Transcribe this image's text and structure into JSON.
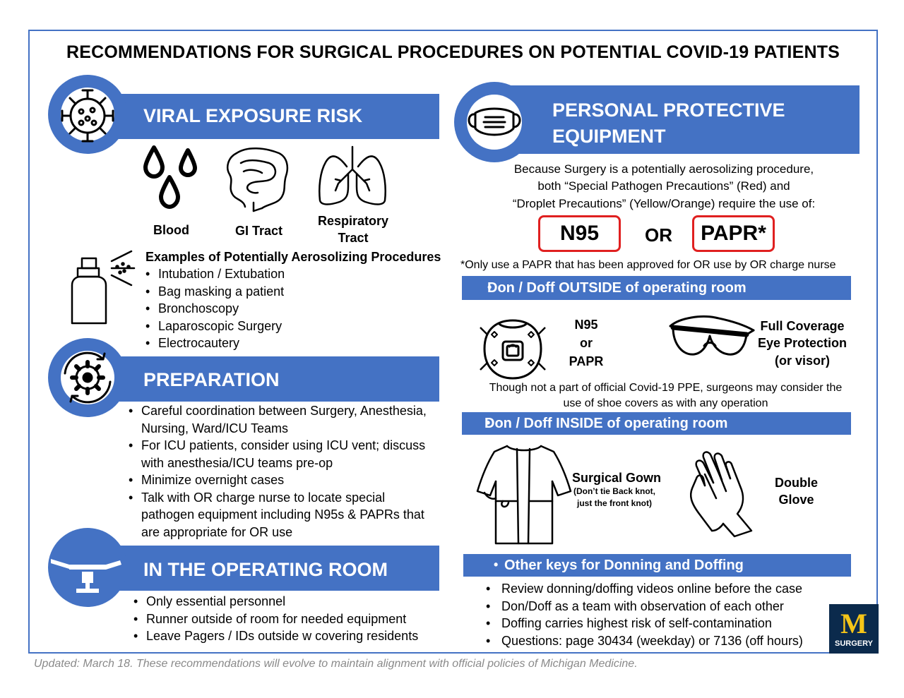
{
  "title": "RECOMMENDATIONS FOR SURGICAL PROCEDURES ON POTENTIAL COVID-19 PATIENTS",
  "viral": {
    "heading": "VIRAL EXPOSURE RISK",
    "icons": [
      {
        "label": "Blood",
        "icon": "blood-drops-icon"
      },
      {
        "label": "GI Tract",
        "icon": "intestine-icon"
      },
      {
        "label_line1": "Respiratory",
        "label_line2": "Tract",
        "icon": "lungs-icon"
      }
    ],
    "examples_heading": "Examples of Potentially Aerosolizing Procedures",
    "examples": [
      "Intubation / Extubation",
      "Bag masking a patient",
      "Bronchoscopy",
      "Laparoscopic Surgery",
      "Electrocautery"
    ]
  },
  "preparation": {
    "heading": "PREPARATION",
    "items": [
      "Careful coordination between Surgery, Anesthesia, Nursing, Ward/ICU Teams",
      "For ICU patients, consider using ICU vent; discuss with anesthesia/ICU teams pre-op",
      "Minimize overnight cases",
      "Talk with OR charge nurse to locate special pathogen equipment including N95s & PAPRs that are appropriate for OR use"
    ]
  },
  "operating_room": {
    "heading": "IN THE OPERATING ROOM",
    "items": [
      "Only essential personnel",
      "Runner outside of room for needed equipment",
      "Leave Pagers / IDs outside w covering residents"
    ]
  },
  "ppe": {
    "heading_line1": "PERSONAL PROTECTIVE",
    "heading_line2": "EQUIPMENT",
    "intro_line1": "Because Surgery is a potentially aerosolizing procedure,",
    "intro_line2": "both “Special Pathogen Precautions” (Red) and",
    "intro_line3": "“Droplet Precautions” (Yellow/Orange) require the use of:",
    "option1": "N95",
    "or": "OR",
    "option2": "PAPR*",
    "footnote": "*Only use a PAPR that has been approved for OR use by OR charge nurse",
    "outside_bar": "Don / Doff OUTSIDE of operating room",
    "outside_items": {
      "mask_line1": "N95",
      "mask_line2": "or",
      "mask_line3": "PAPR",
      "eye_line1": "Full Coverage",
      "eye_line2": "Eye Protection",
      "eye_line3": "(or visor)"
    },
    "shoe_note_line1": "Though not a part of official Covid-19 PPE, surgeons may consider the",
    "shoe_note_line2": "use of shoe covers as with any operation",
    "inside_bar": "Don / Doff INSIDE of operating room",
    "inside_items": {
      "gown": "Surgical Gown",
      "gown_note_line1": "(Don’t tie Back knot,",
      "gown_note_line2": "just the front knot)",
      "glove_line1": "Double",
      "glove_line2": "Glove"
    },
    "keys_bar": "Other keys for Donning and Doffing",
    "keys": [
      "Review donning/doffing videos online before the case",
      "Don/Doff as a team with observation of each other",
      "Doffing carries highest risk of self-contamination",
      "Questions: page 30434 (weekday) or 7136 (off hours)"
    ]
  },
  "logo": {
    "letter": "M",
    "text": "SURGERY"
  },
  "footer": "Updated: March 18. These recommendations will evolve to maintain alignment with official policies of Michigan Medicine.",
  "colors": {
    "accent": "#4472c4",
    "highlight": "#e02020",
    "logo_bg": "#0b2a4c",
    "logo_letter": "#f5c518"
  }
}
